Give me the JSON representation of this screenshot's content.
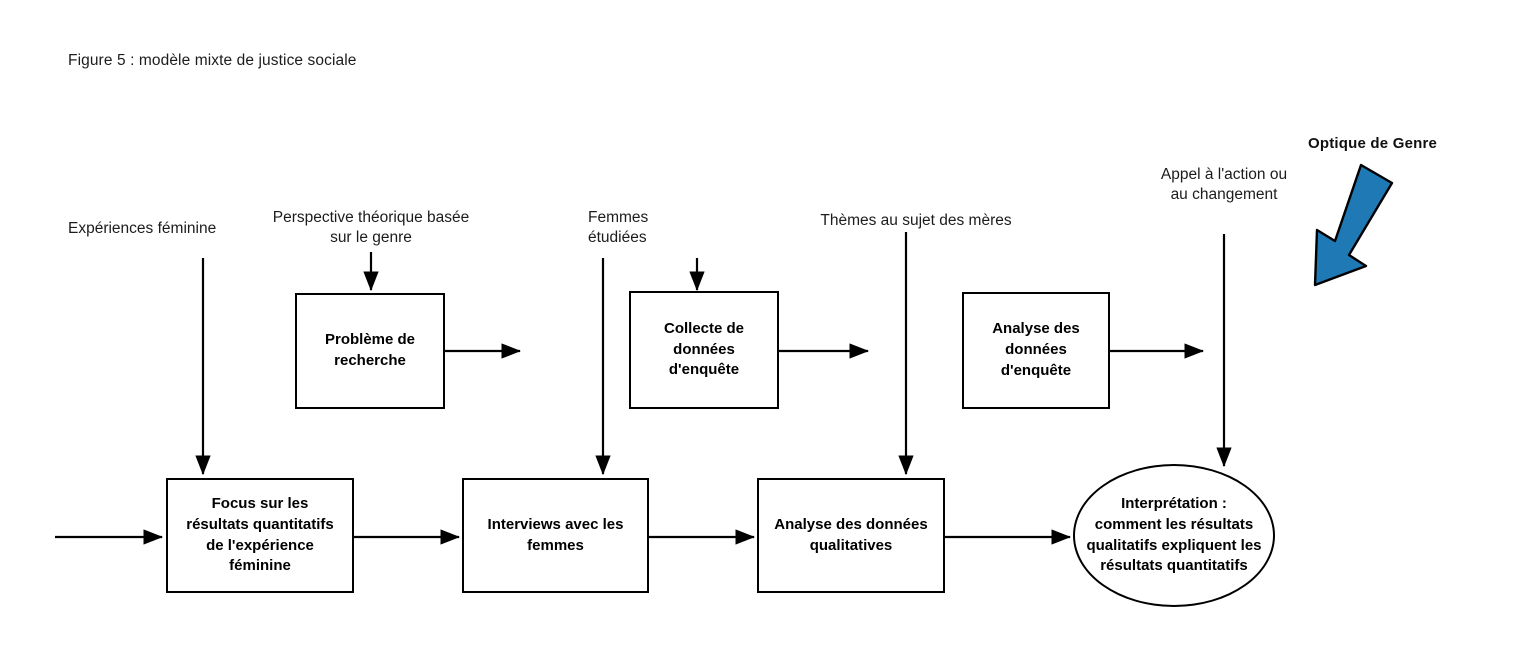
{
  "figure": {
    "title": "Figure 5 : modèle mixte de justice sociale"
  },
  "annotations": {
    "gender_lens": {
      "label": "Optique de Genre",
      "arrow_color": "#1f79b4",
      "arrow_stroke": "#000000",
      "icon": "diagonal-down-left-arrow-icon"
    }
  },
  "input_labels": [
    {
      "id": "experiences-feminine",
      "text": "Expériences féminine"
    },
    {
      "id": "perspective-theorique",
      "text": "Perspective théorique basée\nsur le genre"
    },
    {
      "id": "femmes-etudiees",
      "text": "Femmes\nétudiées"
    },
    {
      "id": "themes-meres",
      "text": "Thèmes au sujet des mères"
    },
    {
      "id": "appel-action",
      "text": "Appel à l'action ou\nau changement"
    }
  ],
  "process_nodes": {
    "middle_row": [
      {
        "id": "probleme-recherche",
        "text": "Problème de\nrecherche"
      },
      {
        "id": "collecte-donnees",
        "text": "Collecte de\ndonnées\nd'enquête"
      },
      {
        "id": "analyse-donnees-enquete",
        "text": "Analyse des\ndonnées\nd'enquête"
      }
    ],
    "bottom_row": [
      {
        "id": "focus-resultats-quantitatifs",
        "text": "Focus sur les\nrésultats quantitatifs\nde l'expérience\nféminine"
      },
      {
        "id": "interviews-femmes",
        "text": "Interviews avec les\nfemmes"
      },
      {
        "id": "analyse-donnees-qualitatives",
        "text": "Analyse des données\nqualitatives"
      }
    ],
    "terminal": {
      "id": "interpretation",
      "shape": "ellipse",
      "text": "Interprétation :\ncomment les résultats\nqualitatifs expliquent les\nrésultats quantitatifs"
    }
  },
  "style": {
    "stroke": "#000000",
    "background": "#ffffff",
    "text_color": "#1c1c1c"
  }
}
